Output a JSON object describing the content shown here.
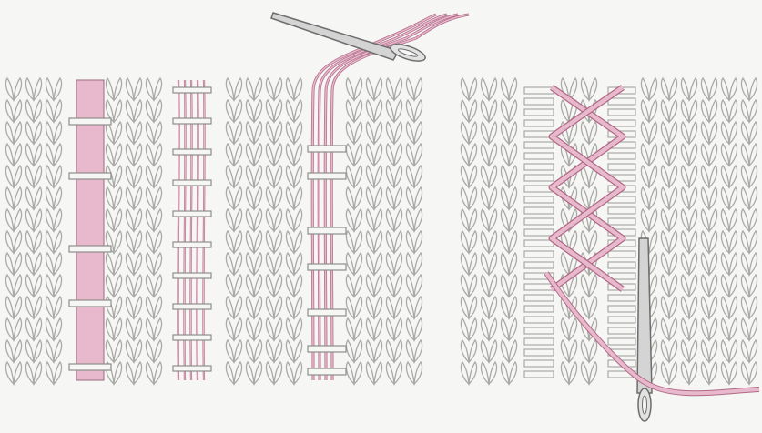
{
  "illustration": {
    "colors": {
      "background": "#f6f6f4",
      "knit": "#a9a9a6",
      "knit_dark": "#8e8e8b",
      "yarn_pink": "#e8b9cc",
      "yarn_outline": "#b06a86",
      "needle": "#c9c9c9",
      "needle_outline": "#6d6d6d"
    },
    "panels": [
      {
        "name": "left-swatch",
        "techniques": [
          "single-wide-ribbon",
          "multi-strand-weave",
          "threaded-needle-strands"
        ]
      },
      {
        "name": "right-swatch",
        "techniques": [
          "crisscross-lacing"
        ]
      }
    ],
    "icons": [
      "needle-icon",
      "needle-icon"
    ]
  }
}
